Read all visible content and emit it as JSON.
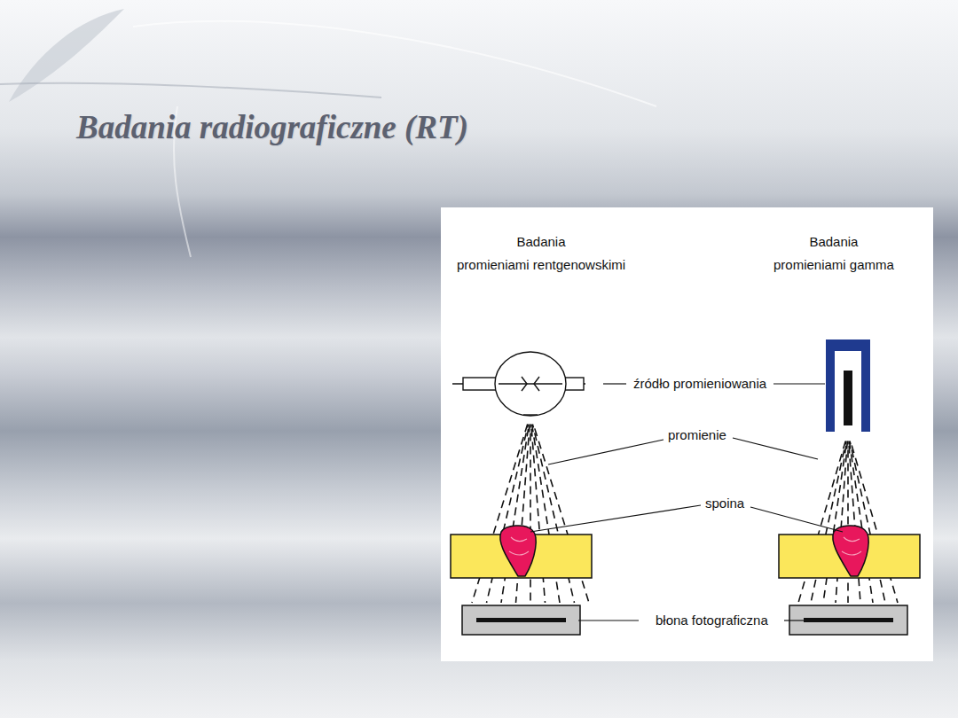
{
  "diagram": {
    "title": "Badania radiograficzne (RT)",
    "labels": [
      "Badania promieniami rentgenowskimi",
      "Badania promieniami gamma",
      "źródło promieniowania",
      "promienie",
      "spoina",
      "błona fotograficzna"
    ]
  }
}
